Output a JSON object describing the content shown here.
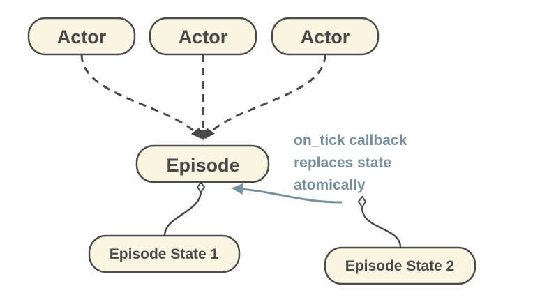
{
  "nodes": {
    "actor_1": "Actor",
    "actor_2": "Actor",
    "actor_3": "Actor",
    "episode": "Episode",
    "episode_state_1": "Episode State 1",
    "episode_state_2": "Episode State 2"
  },
  "note": {
    "line_1": "on_tick callback",
    "line_2": "replaces state",
    "line_3": "atomically"
  },
  "colors": {
    "node_fill": "#f8f5e1",
    "node_stroke": "#4a4a4a",
    "note_text": "#7590a0"
  }
}
